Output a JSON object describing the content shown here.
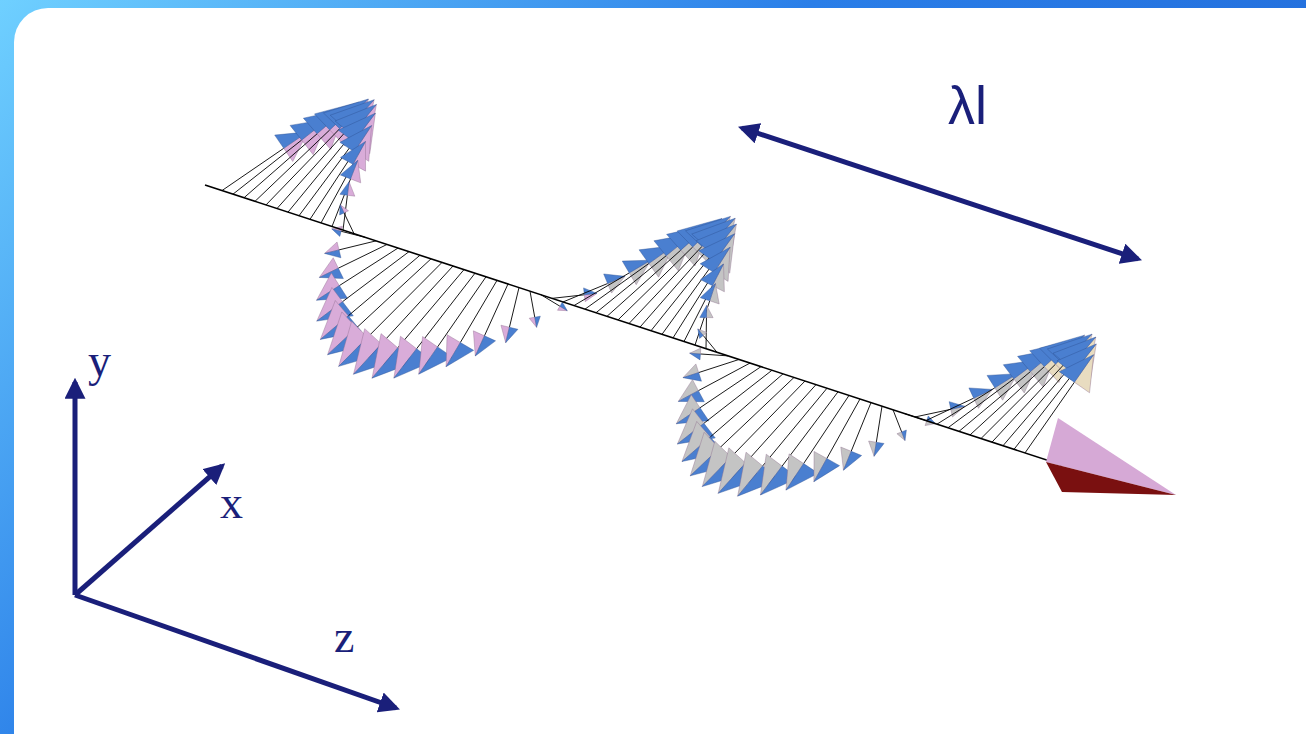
{
  "diagram": {
    "labels": [
      "λl",
      "y",
      "x",
      "z"
    ]
  }
}
